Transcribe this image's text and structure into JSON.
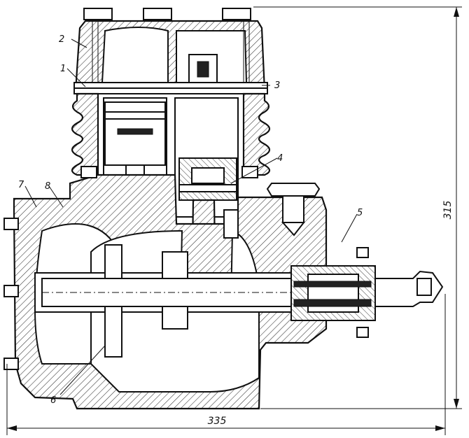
{
  "title": "",
  "labels": {
    "l1": "1",
    "l2": "2",
    "l3": "3",
    "l4": "4",
    "l5": "5",
    "l6": "6",
    "l7": "7",
    "l8": "8"
  },
  "dimensions": {
    "width": "335",
    "height": "315"
  }
}
